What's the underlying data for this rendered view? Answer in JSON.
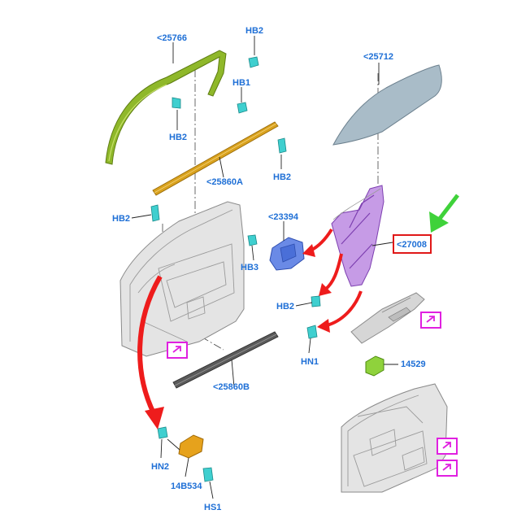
{
  "labels": {
    "run_channel": "<25766",
    "glass": "<25712",
    "hb2_top": "HB2",
    "hb1": "HB1",
    "hb2_left": "HB2",
    "belt_outer": "<25860A",
    "hb2_belt": "HB2",
    "hb2_door": "HB2",
    "motor": "<23394",
    "hb3": "HB3",
    "regulator": "<27008",
    "hb2_reg": "HB2",
    "hn1": "HN1",
    "switch": "14529",
    "belt_inner": "<25860B",
    "hn2": "HN2",
    "module": "14B534",
    "hs1": "HS1"
  },
  "colors": {
    "run_channel": "#8fb82a",
    "belt_strip": "#d9a21e",
    "glass": "#a9bcc8",
    "regulator": "#b47cd8",
    "motor": "#4a6fd8",
    "clip": "#3fcfcf",
    "switch": "#8fd23c",
    "module": "#e6a21c",
    "arrow_red": "#ee1c1c",
    "arrow_green": "#3fd23a",
    "label_text": "#1e6fd6",
    "ref_box": "#e020e0",
    "highlight_box": "#e01818"
  },
  "icons": [
    "reference-arrow-icon",
    "reference-arrow-icon",
    "reference-arrow-icon",
    "reference-arrow-icon"
  ]
}
